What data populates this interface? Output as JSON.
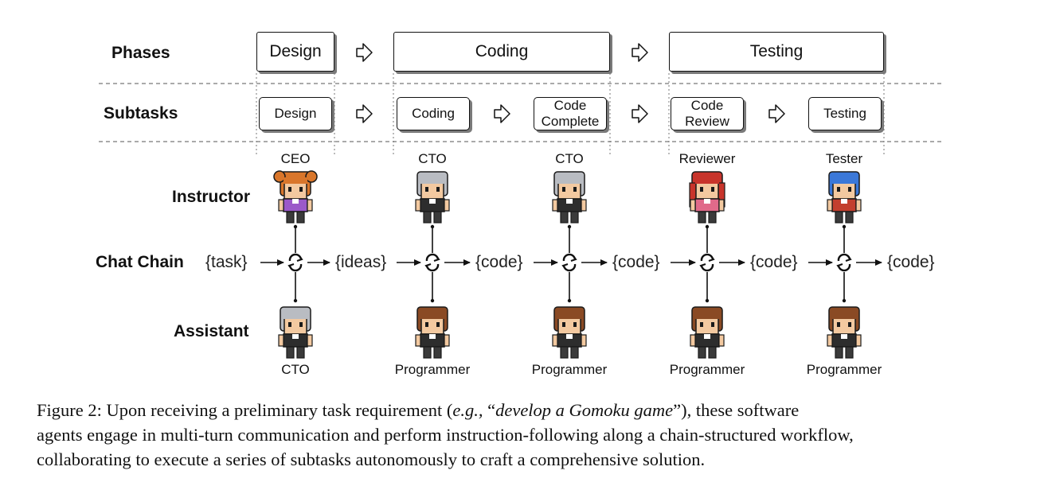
{
  "rows": {
    "phases": "Phases",
    "subtasks": "Subtasks",
    "instructor": "Instructor",
    "chat_chain": "Chat Chain",
    "assistant": "Assistant"
  },
  "phases": [
    "Design",
    "Coding",
    "Testing"
  ],
  "subtasks": [
    {
      "lines": [
        "Design"
      ]
    },
    {
      "lines": [
        "Coding"
      ]
    },
    {
      "lines": [
        "Code",
        "Complete"
      ]
    },
    {
      "lines": [
        "Code",
        "Review"
      ]
    },
    {
      "lines": [
        "Testing"
      ]
    }
  ],
  "instructors": [
    "CEO",
    "CTO",
    "CTO",
    "Reviewer",
    "Tester"
  ],
  "assistants": [
    "CTO",
    "Programmer",
    "Programmer",
    "Programmer",
    "Programmer"
  ],
  "chain_tokens": [
    "{task}",
    "{ideas}",
    "{code}",
    "{code}",
    "{code}",
    "{code}"
  ],
  "caption": {
    "line1_a": "Figure 2:  Upon receiving a preliminary task requirement (",
    "line1_eg": "e.g.,",
    "line1_quote_open": " “",
    "line1_task": "develop a Gomoku game",
    "line1_b": "”), these software",
    "line2": "agents engage in multi-turn communication and perform instruction-following along a chain-structured workflow,",
    "line3": "collaborating to execute a series of subtasks autonomously to craft a comprehensive solution."
  },
  "colors": {
    "ink": "#111111",
    "shadow": "#7a7a7a",
    "divider": "#555555",
    "ceo_hair": "#d9762b",
    "cto_hair": "#b9bcc2",
    "reviewer_hair": "#c8342b",
    "tester_hair": "#3b78d8",
    "programmer_hair": "#8a4a24"
  },
  "icons": {
    "phase_arrow": "outlined-right-arrow-icon",
    "chat_node": "chat-loop-icon",
    "agent": "pixel-character-icon"
  }
}
